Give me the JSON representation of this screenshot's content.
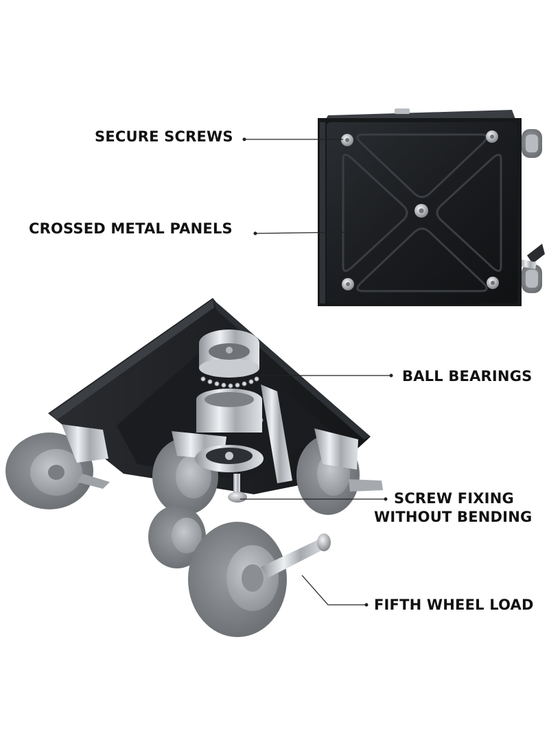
{
  "labels": {
    "secure_screws": "SECURE SCREWS",
    "crossed_metal_panels": "CROSSED METAL PANELS",
    "ball_bearings": "BALL BEARINGS",
    "screw_fixing_line1": "SCREW FIXING",
    "screw_fixing_line2": "WITHOUT BENDING",
    "fifth_wheel_load": "FIFTH WHEEL LOAD"
  },
  "colors": {
    "background": "#ffffff",
    "label_text": "#111111",
    "plate": "#1d1f22",
    "wheel_tire": "#7c7f83",
    "wheel_hub": "#a9acb0",
    "chrome": "#c8cbd0"
  }
}
